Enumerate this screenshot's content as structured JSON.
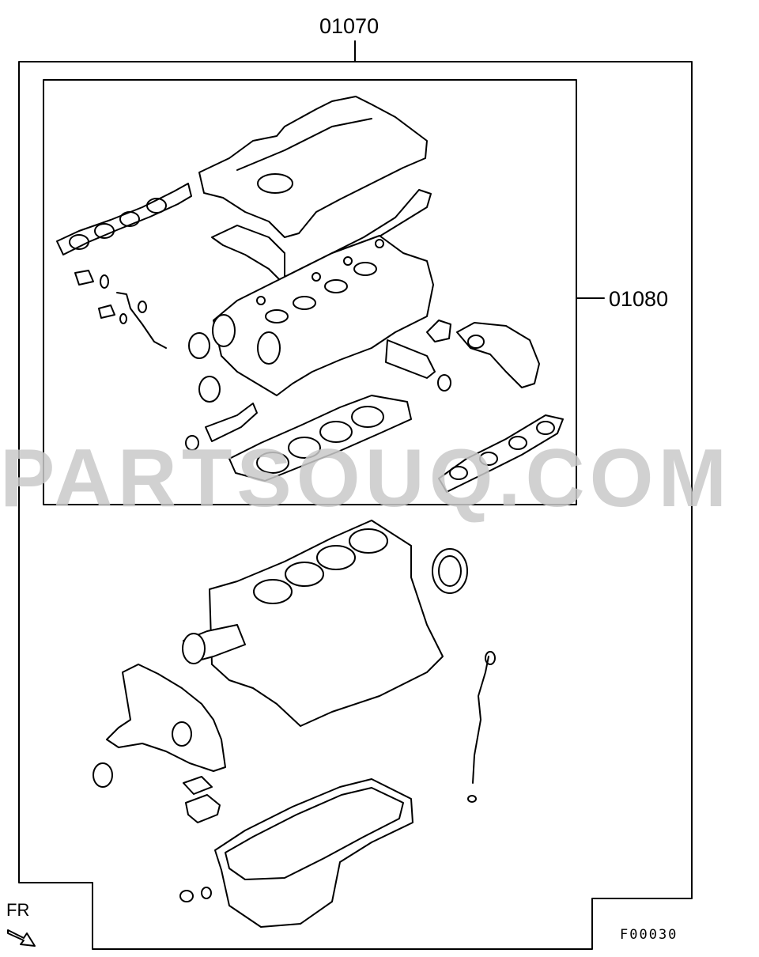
{
  "labels": {
    "outer_kit": "01070",
    "inner_kit": "01080",
    "direction": "FR",
    "figure_code": "F00030"
  },
  "watermark": "PARTSOUQ.COM",
  "colors": {
    "line": "#000000",
    "watermark": "#c9c9c9",
    "background": "#ffffff"
  },
  "icons": {
    "direction_marker": "front-arrow-icon"
  }
}
